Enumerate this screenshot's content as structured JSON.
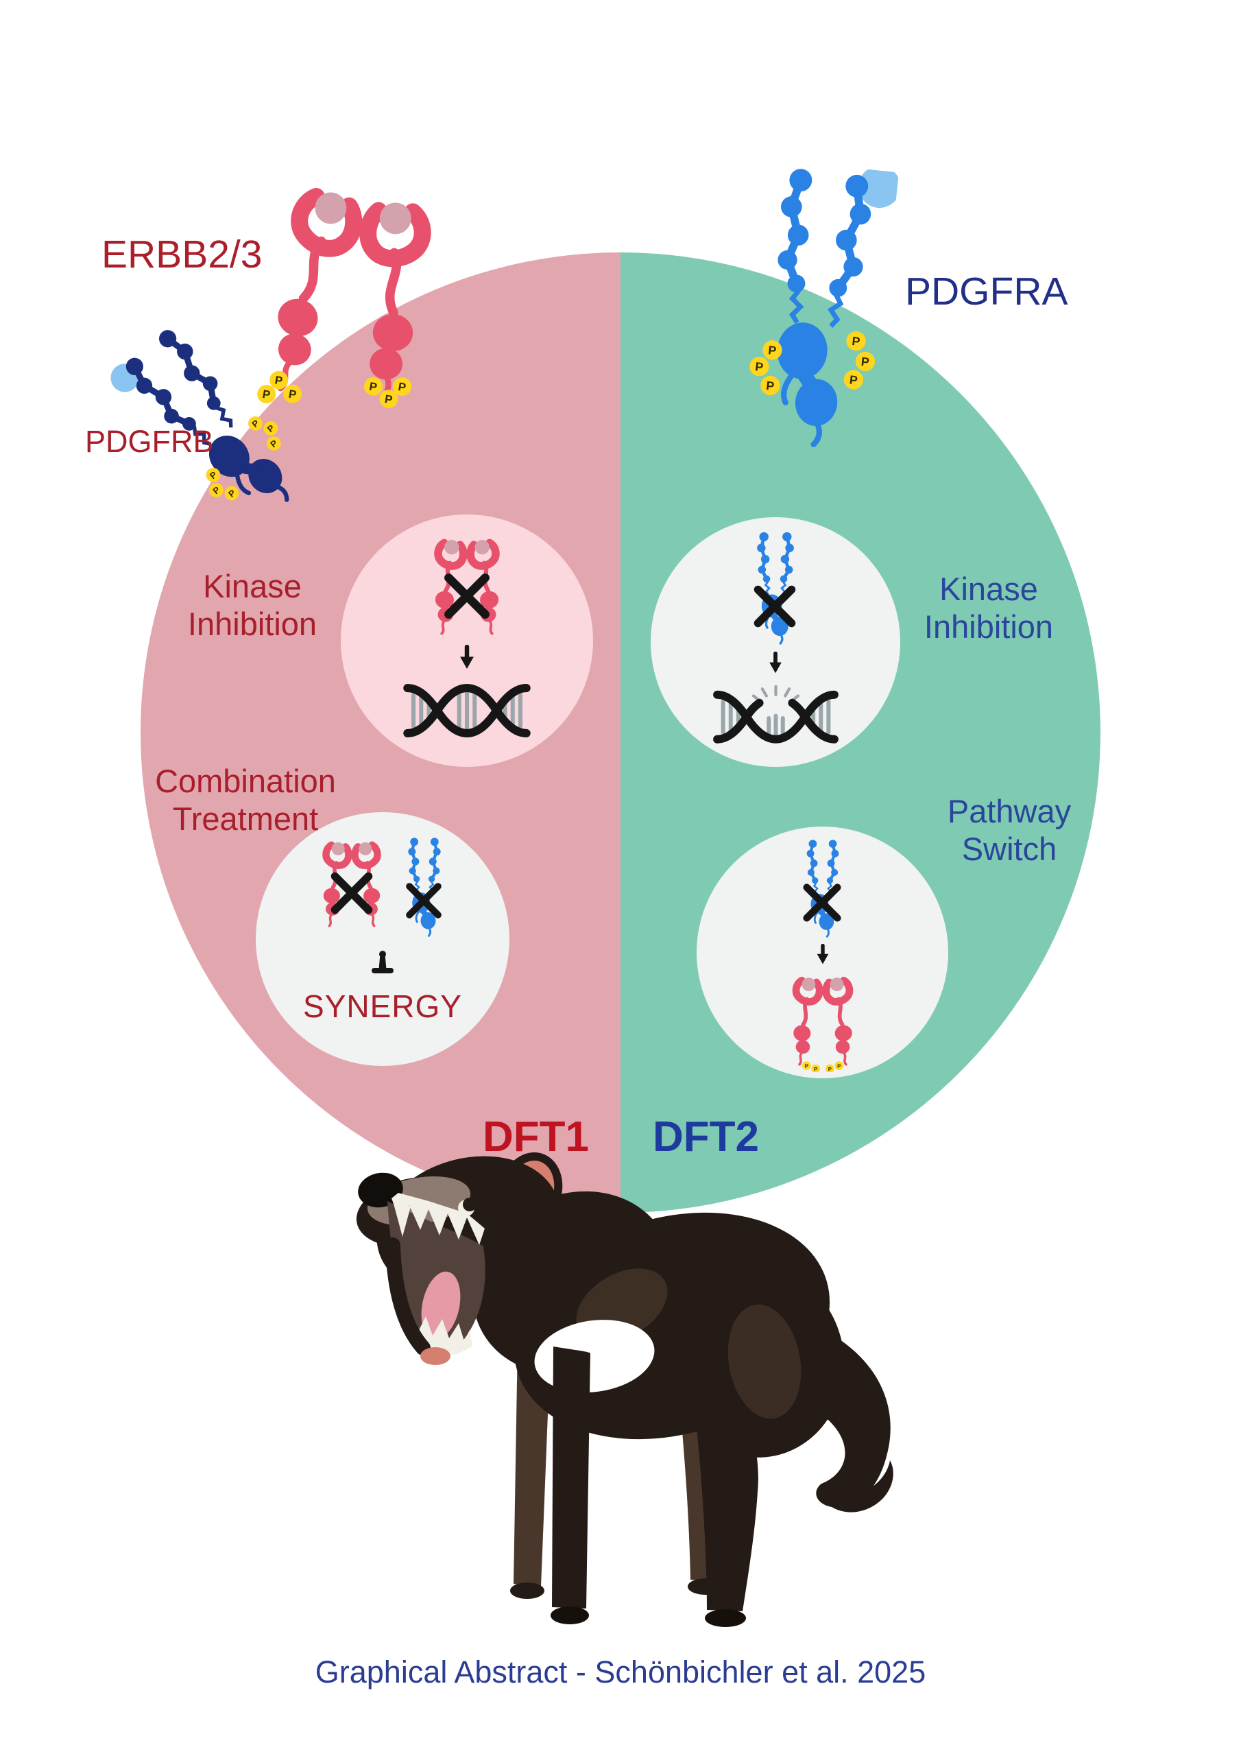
{
  "figure": {
    "caption": "Graphical Abstract - Schönbichler et al. 2025"
  },
  "receptor_labels": {
    "erbb23": "ERBB2/3",
    "pdgfrb": "PDGFRB",
    "pdgfra": "PDGFRA"
  },
  "dft1": {
    "label": "DFT1",
    "kinase_inhibition": "Kinase Inhibition",
    "combination_treatment": "Combination Treatment",
    "synergy": "SYNERGY"
  },
  "dft2": {
    "label": "DFT2",
    "kinase_inhibition": "Kinase Inhibition",
    "pathway_switch": "Pathway Switch"
  },
  "badges": {
    "phospho": "P"
  },
  "colors": {
    "dft1_half": "#e2a6af",
    "dft2_half": "#7fcab2",
    "dft1_inner_circle": "#fbd8de",
    "inner_circle": "#f0f3f1",
    "dft1_text": "#a81f2c",
    "dft1_strong": "#bf1322",
    "dft2_text": "#2a469b",
    "dft2_strong": "#1d3a9e",
    "pdgfra_label_text": "#222f87",
    "caption_text": "#2b3d92",
    "erbb_receptor": "#e8516b",
    "erbb_ligand_domain": "#d4a2ac",
    "pdgfra_receptor": "#2a82e4",
    "pdgfrb_receptor": "#1b2f7e",
    "ligand": "#8ac4f0",
    "phospho": "#ffd51e",
    "dna_strand": "#161616",
    "dna_rung": "#9aa6ab",
    "devil_body": "#241b16",
    "devil_ear": "#d5806e"
  }
}
